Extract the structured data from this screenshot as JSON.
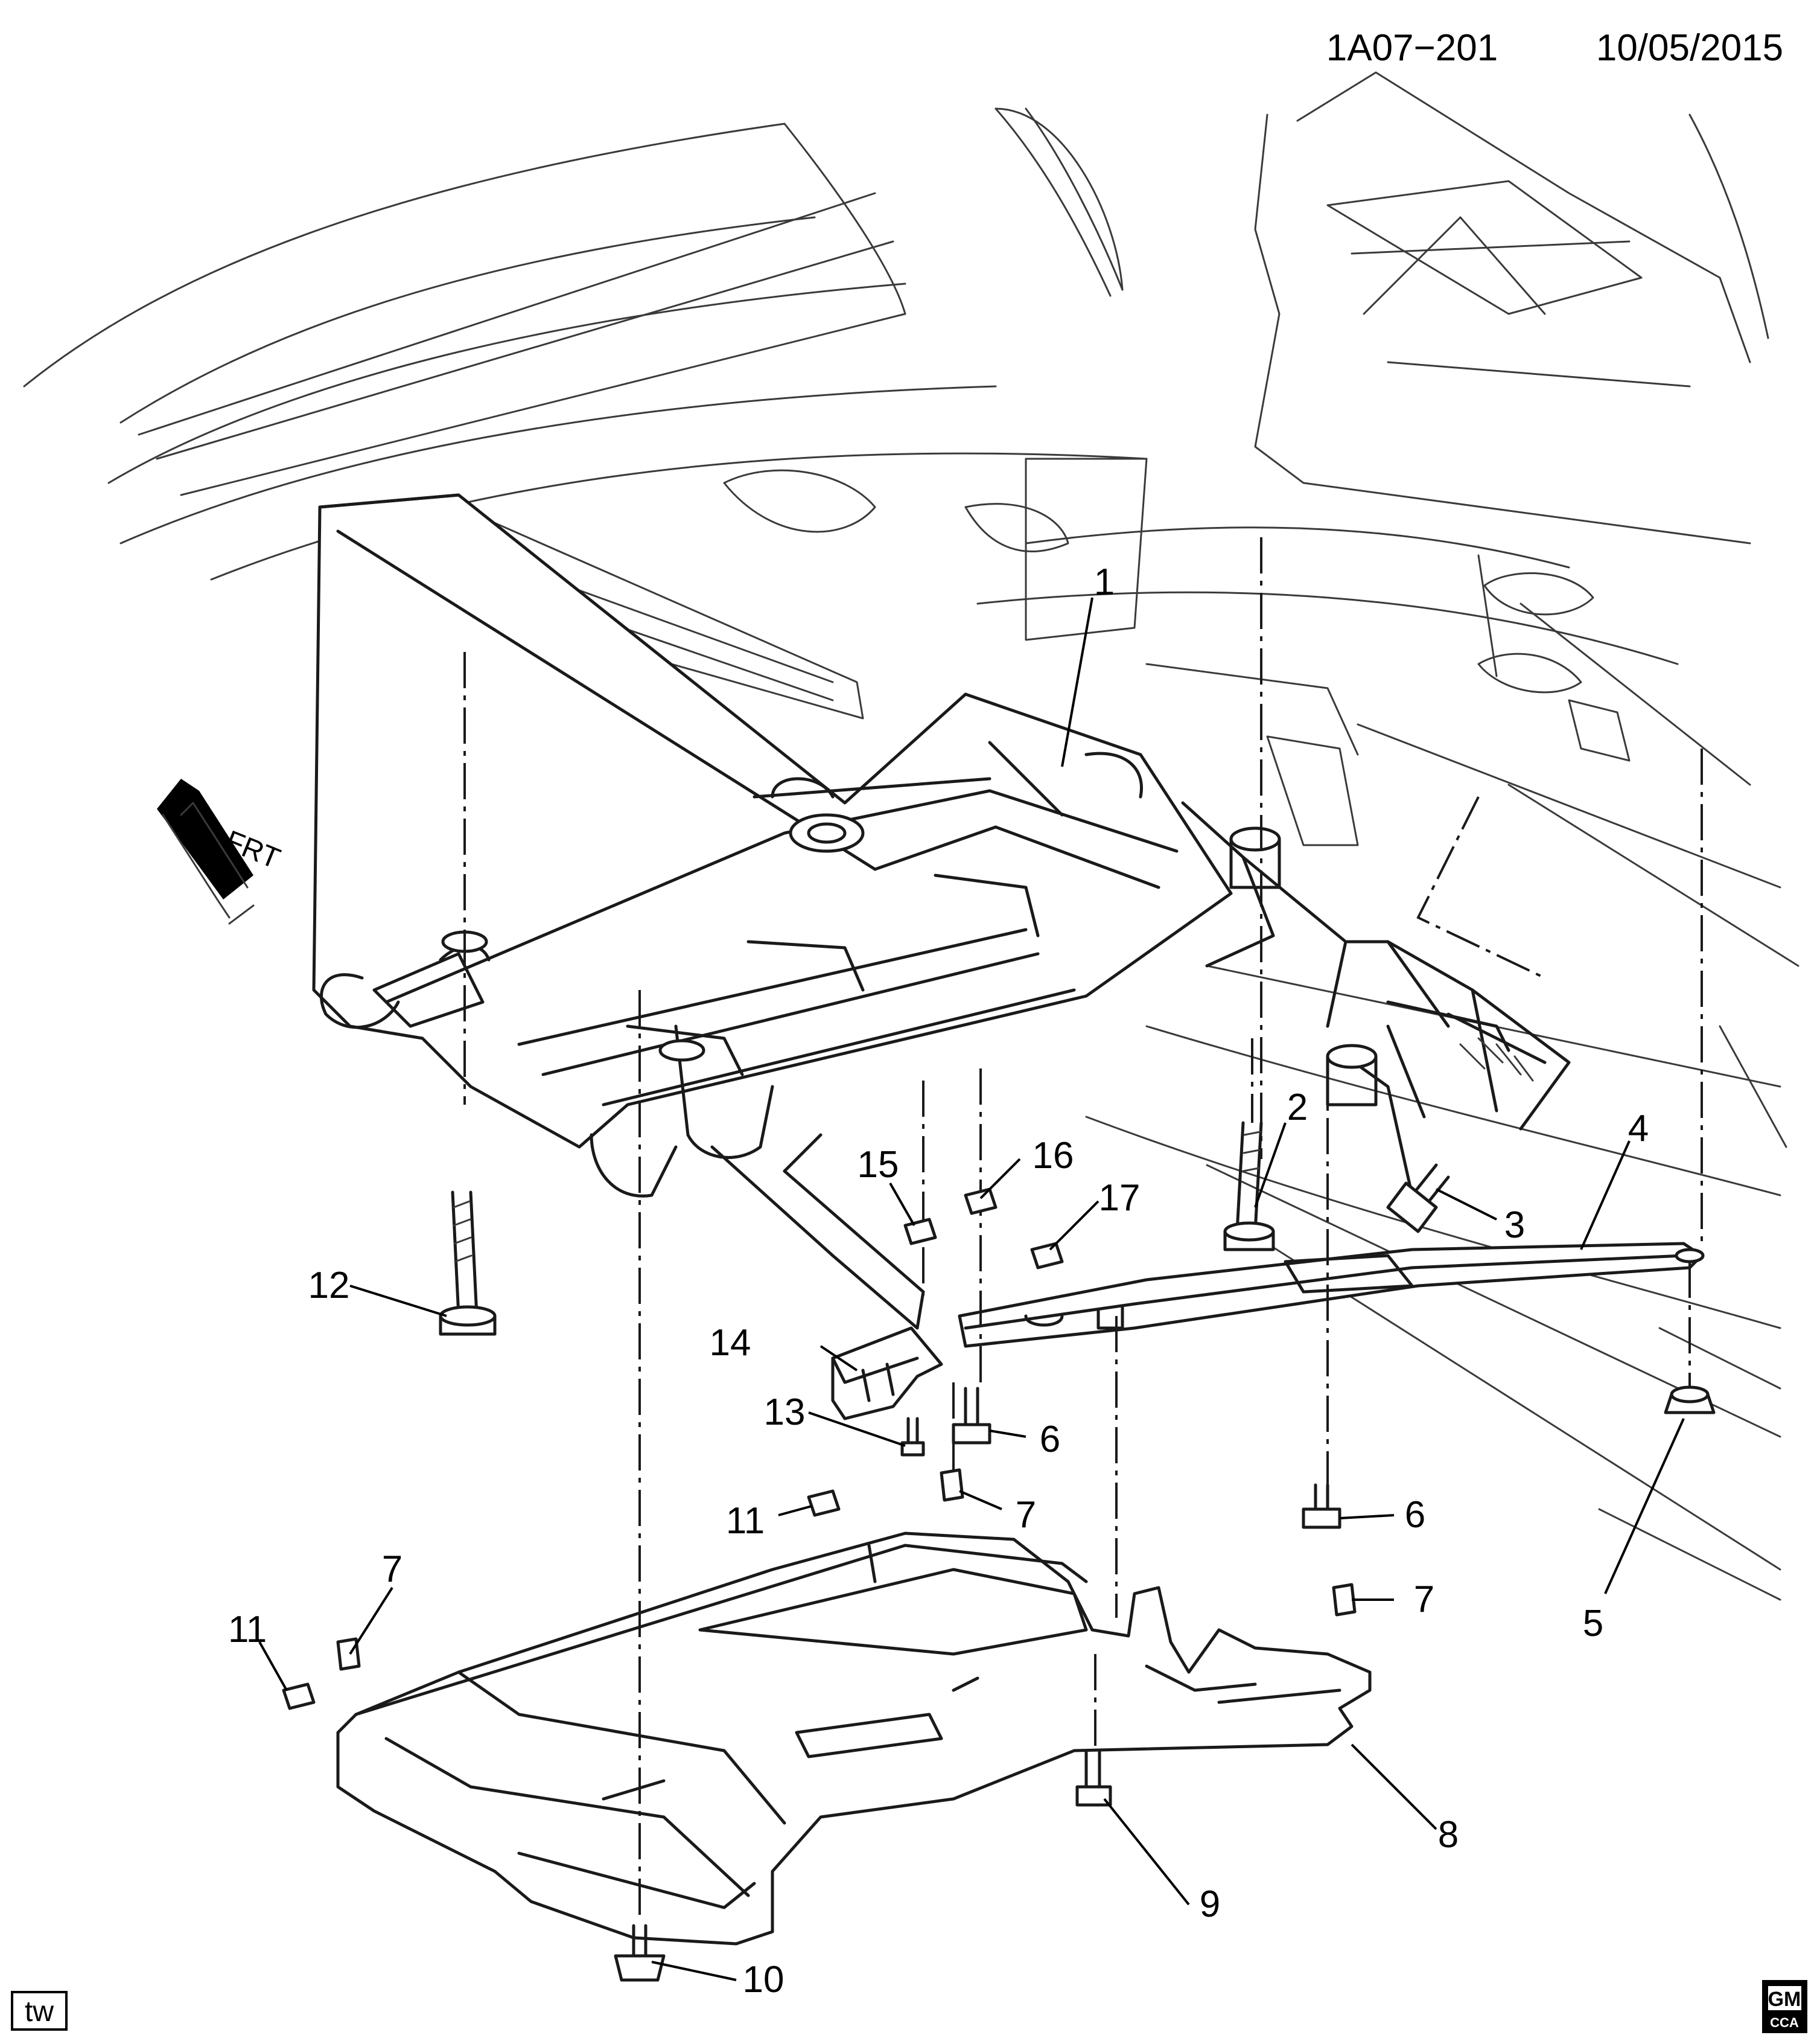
{
  "header": {
    "diagram_code": "1A07−201",
    "date": "10/05/2015"
  },
  "direction_marker": {
    "label": "FRT",
    "icon": "front-direction-arrow-icon"
  },
  "callouts": [
    "1",
    "2",
    "3",
    "4",
    "5",
    "6",
    "6",
    "7",
    "7",
    "7",
    "8",
    "9",
    "10",
    "11",
    "11",
    "12",
    "13",
    "14",
    "15",
    "16",
    "17"
  ],
  "footer": {
    "artist_tag": "tw",
    "logo_text": "GM",
    "logo_subtext": "CCA"
  }
}
